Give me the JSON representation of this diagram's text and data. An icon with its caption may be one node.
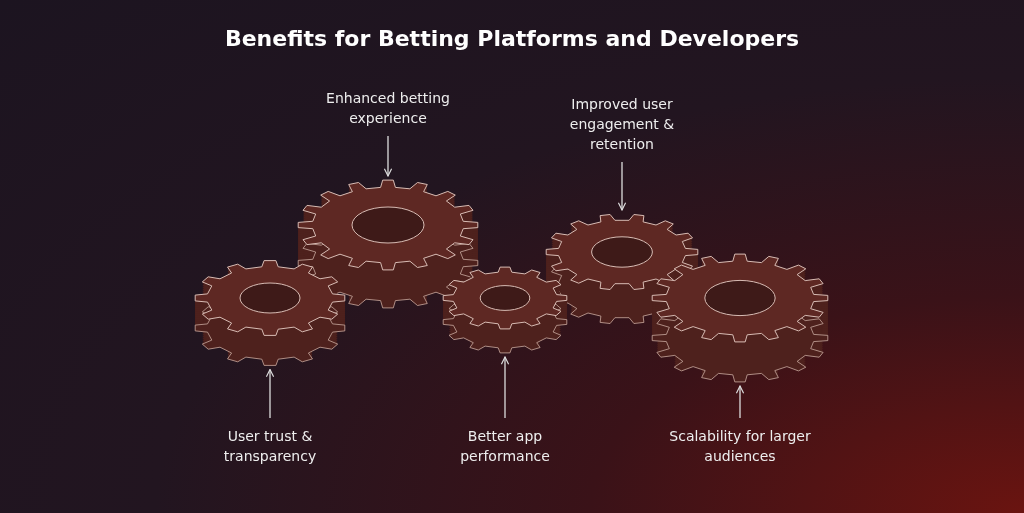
{
  "diagram": {
    "title": "Benefits for Betting Platforms and Developers",
    "nodes": [
      {
        "text": [
          "Enhanced betting experience"
        ]
      },
      {
        "text": [
          "Improved user engagement & retention"
        ]
      },
      {
        "text": [
          "User trust & transparency"
        ]
      },
      {
        "text": [
          "Better app performance"
        ]
      },
      {
        "text": [
          "Scalability for larger audiences"
        ]
      },
      {
        "text": [],
        "shape": "gear"
      },
      {
        "text": [],
        "shape": "gear"
      },
      {
        "text": [],
        "shape": "gear"
      },
      {
        "text": [],
        "shape": "gear"
      },
      {
        "text": [],
        "shape": "gear"
      }
    ],
    "edges": [
      {
        "from": 0,
        "to": 6,
        "arrow": "to"
      },
      {
        "from": 1,
        "to": 8,
        "arrow": "to"
      },
      {
        "from": 2,
        "to": 5,
        "arrow": "to"
      },
      {
        "from": 3,
        "to": 7,
        "arrow": "to"
      },
      {
        "from": 4,
        "to": 9,
        "arrow": "to"
      }
    ]
  }
}
